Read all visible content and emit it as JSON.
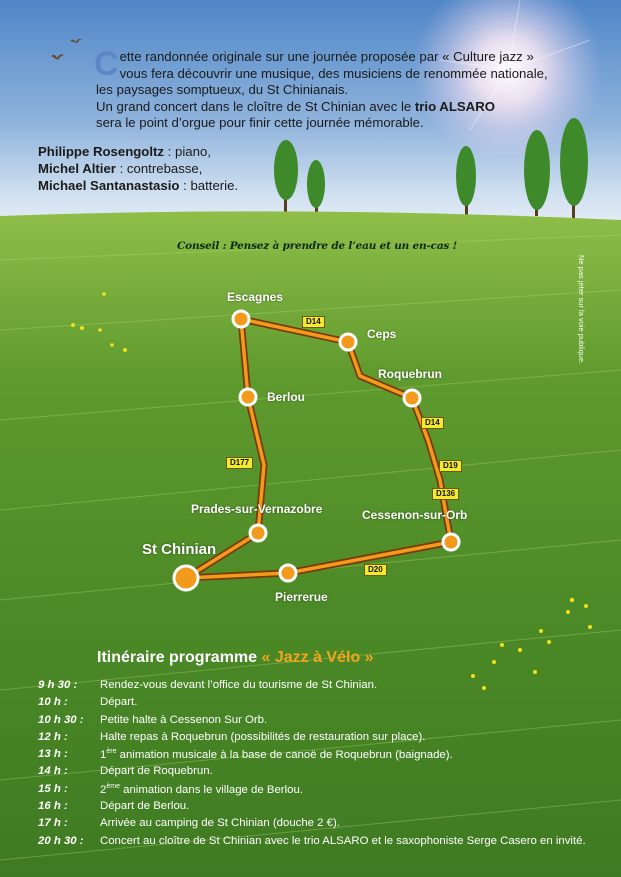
{
  "intro": {
    "dropcap": "C",
    "line1": "ette randonnée originale sur une journée proposée par « Culture jazz »",
    "line2": "vous fera découvrir une musique, des musiciens de renommée nationale,",
    "line3": "les paysages somptueux, du St Chinianais.",
    "line4_pre": "Un grand concert dans le cloître de St Chinian avec le ",
    "line4_bold": "trio ALSARO",
    "line5": "sera le point d’orgue pour finir cette journée mémorable."
  },
  "musicians": [
    {
      "name": "Philippe Rosengoltz",
      "role": " : piano,"
    },
    {
      "name": "Michel Altier",
      "role": " : contrebasse,"
    },
    {
      "name": "Michael Santanastasio",
      "role": " : batterie."
    }
  ],
  "advice": "Conseil : Pensez à prendre de l’eau et un en-cas !",
  "notice": "Ne pas jeter sur la voie publique.",
  "map": {
    "towns": {
      "escagnes": "Escagnes",
      "ceps": "Ceps",
      "roquebrun": "Roquebrun",
      "berlou": "Berlou",
      "prades": "Prades-sur-Vernazobre",
      "cessenon": "Cessenon-sur-Orb",
      "st_chinian": "St Chinian",
      "pierrerue": "Pierrerue"
    },
    "roads": {
      "d14_north": "D14",
      "d14_east": "D14",
      "d19": "D19",
      "d136": "D136",
      "d177": "D177",
      "d20": "D20"
    },
    "colors": {
      "route": "#f39a1c",
      "route_edge": "#7a3a08",
      "node": "#f39a1c",
      "label_bg": "#f2ea2a"
    }
  },
  "program": {
    "title": "Itinéraire programme ",
    "title_highlight": "« Jazz à Vélo »",
    "separator": ":",
    "items": [
      {
        "time": "9 h 30 :",
        "desc": "Rendez-vous devant l’office du tourisme de St Chinian."
      },
      {
        "time": "10 h :",
        "desc": "Départ."
      },
      {
        "time": "10 h 30 :",
        "desc": "Petite halte à Cessenon Sur Orb."
      },
      {
        "time": "12 h :",
        "desc": "Halte repas à Roquebrun (possibilités de restauration sur place)."
      },
      {
        "time": "13 h :",
        "desc_pre": "1",
        "sup": "ère",
        "desc": " animation musicale à la base de canoë de Roquebrun (baignade)."
      },
      {
        "time": "14 h :",
        "desc": "Départ de Roquebrun."
      },
      {
        "time": "15 h :",
        "desc_pre": "2",
        "sup": "ème",
        "desc": " animation dans le village de Berlou."
      },
      {
        "time": "16 h :",
        "desc": "Départ de Berlou."
      },
      {
        "time": "17 h :",
        "desc": "Arrivée au camping de St Chinian (douche 2 €)."
      },
      {
        "time": "20 h 30 :",
        "desc": "Concert au cloître de St Chinian avec le trio ALSARO et le saxophoniste Serge Casero en invité."
      }
    ]
  }
}
